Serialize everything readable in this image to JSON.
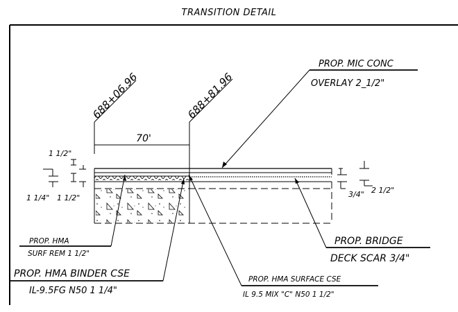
{
  "title": "TRANSITION DETAIL",
  "stations": {
    "left": "688+06.96",
    "right": "688+81.96"
  },
  "dimension": {
    "length": "70'"
  },
  "left_thickness": {
    "top": "1 1/2\"",
    "bottom_left": "1 1/4\"",
    "bottom_right": "1 1/2\""
  },
  "right_thickness": {
    "scar": "3/4\"",
    "total": "2 1/2\""
  },
  "callouts": {
    "mic_conc": {
      "line1": "PROP. MIC CONC",
      "line2": "OVERLAY 2_1/2\""
    },
    "hma_surf_rem": {
      "line1": "PROP. HMA",
      "line2": "SURF REM 1 1/2\""
    },
    "hma_binder": {
      "line1": "PROP. HMA BINDER CSE",
      "line2": "IL-9.5FG N50 1 1/4\""
    },
    "hma_surface": {
      "line1": "PROP. HMA SURFACE CSE",
      "line2": "IL 9.5 MIX \"C\" N50  1 1/2\""
    },
    "bridge_scar": {
      "line1": "PROP. BRIDGE",
      "line2": "DECK SCAR 3/4\""
    }
  }
}
